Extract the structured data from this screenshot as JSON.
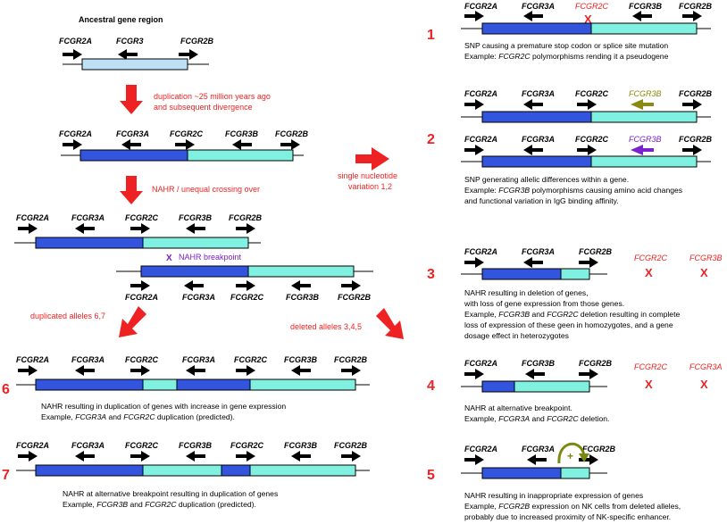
{
  "ancestral": {
    "title": "Ancestral gene region",
    "genes": [
      "FCGR2A",
      "FCGR3",
      "FCGR2B"
    ]
  },
  "step_labels": {
    "duplication_1": "duplication ~25 million years ago",
    "duplication_2": "and subsequent divergence",
    "nahr": "NAHR / unequal crossing over",
    "snv_1": "single nucleotide",
    "snv_2": "variation 1,2",
    "duplicated": "duplicated alleles 6,7",
    "deleted": "deleted alleles 3,4,5"
  },
  "duplicated_region": {
    "genes": [
      "FCGR2A",
      "FCGR3A",
      "FCGR2C",
      "FCGR3B",
      "FCGR2B"
    ]
  },
  "crossover": {
    "top_genes": [
      "FCGR2A",
      "FCGR3A",
      "FCGR2C",
      "FCGR3B",
      "FCGR2B"
    ],
    "bottom_genes": [
      "FCGR2A",
      "FCGR3A",
      "FCGR2C",
      "FCGR3B",
      "FCGR2B"
    ],
    "breakpoint_mark": "X",
    "breakpoint_label": "NAHR breakpoint"
  },
  "panels": {
    "p1": {
      "number": "1",
      "genes": [
        "FCGR2A",
        "FCGR3A",
        "FCGR2C",
        "FCGR3B",
        "FCGR2B"
      ],
      "x_mark": "X",
      "line1": "SNP causing a premature stop codon or splice site mutation",
      "line2_pre": "Example: ",
      "line2_it": "FCGR2C",
      "line2_post": " polymorphisms rending it a pseudogene"
    },
    "p2": {
      "number": "2",
      "genes_a": [
        "FCGR2A",
        "FCGR3A",
        "FCGR2C",
        "FCGR3B",
        "FCGR2B"
      ],
      "genes_b": [
        "FCGR2A",
        "FCGR3A",
        "FCGR2C",
        "FCGR3B",
        "FCGR2B"
      ],
      "line1": "SNP generating allelic differences within a gene.",
      "line2_pre": "Example: ",
      "line2_it": "FCGR3B",
      "line2_post": " polymorphisms causing amino acid changes",
      "line3": "and functional variation in IgG binding affinity."
    },
    "p3": {
      "number": "3",
      "genes": [
        "FCGR2A",
        "FCGR3A",
        "FCGR2B"
      ],
      "deleted": [
        "FCGR2C",
        "FCGR3B"
      ],
      "x_mark": "X",
      "line1": "NAHR resulting in deletion of genes,",
      "line2": "with loss of gene expression from those genes.",
      "line3_pre": "Example, ",
      "line3_it1": "FCGR3B",
      "line3_mid": " and ",
      "line3_it2": "FCGR2C",
      "line3_post": " deletion resulting in complete",
      "line4": "loss of expression of these geen in homozygotes, and a gene",
      "line5": "dosage effect in heterozygotes"
    },
    "p4": {
      "number": "4",
      "genes": [
        "FCGR2A",
        "FCGR3B",
        "FCGR2B"
      ],
      "deleted": [
        "FCGR2C",
        "FCGR3A"
      ],
      "x_mark": "X",
      "line1": "NAHR at alternative breakpoint.",
      "line2_pre": "Example, ",
      "line2_it1": "FCGR3A",
      "line2_mid": " and ",
      "line2_it2": "FCGR2C",
      "line2_post": " deletion."
    },
    "p5": {
      "number": "5",
      "genes": [
        "FCGR2A",
        "FCGR3A",
        "FCGR2B"
      ],
      "plus": "+",
      "line1": "NAHR resulting in inappropriate expression of genes",
      "line2_pre": "Example, ",
      "line2_it": "FCGR2B",
      "line2_post": " expression on NK cells from deleted alleles,",
      "line3": "probably due to increased proximity of NK-specific enhancer."
    },
    "p6": {
      "number": "6",
      "genes": [
        "FCGR2A",
        "FCGR3A",
        "FCGR2C",
        "FCGR3A",
        "FCGR2C",
        "FCGR3B",
        "FCGR2B"
      ],
      "line1": "NAHR resulting in duplication of genes with increase in gene expression",
      "line2_pre": "Example, ",
      "line2_it1": "FCGR3A",
      "line2_mid": " and ",
      "line2_it2": "FCGR2C",
      "line2_post": " duplication (predicted)."
    },
    "p7": {
      "number": "7",
      "genes": [
        "FCGR2A",
        "FCGR3A",
        "FCGR2C",
        "FCGR3B",
        "FCGR2C",
        "FCGR3B",
        "FCGR2B"
      ],
      "line1": "NAHR at alternative breakpoint resulting in duplication of genes",
      "line2_pre": "Example, ",
      "line2_it1": "FCGR3B",
      "line2_mid": " and ",
      "line2_it2": "FCGR2C",
      "line2_post": " duplication (predicted)."
    }
  },
  "colors": {
    "dark_blue": "#3355dd",
    "cyan": "#80f0e0",
    "light_blue": "#bfe0f4",
    "red": "#ee2222",
    "olive": "#8a8a10",
    "purple": "#7a22cc",
    "plus_green": "#7a8a10"
  }
}
